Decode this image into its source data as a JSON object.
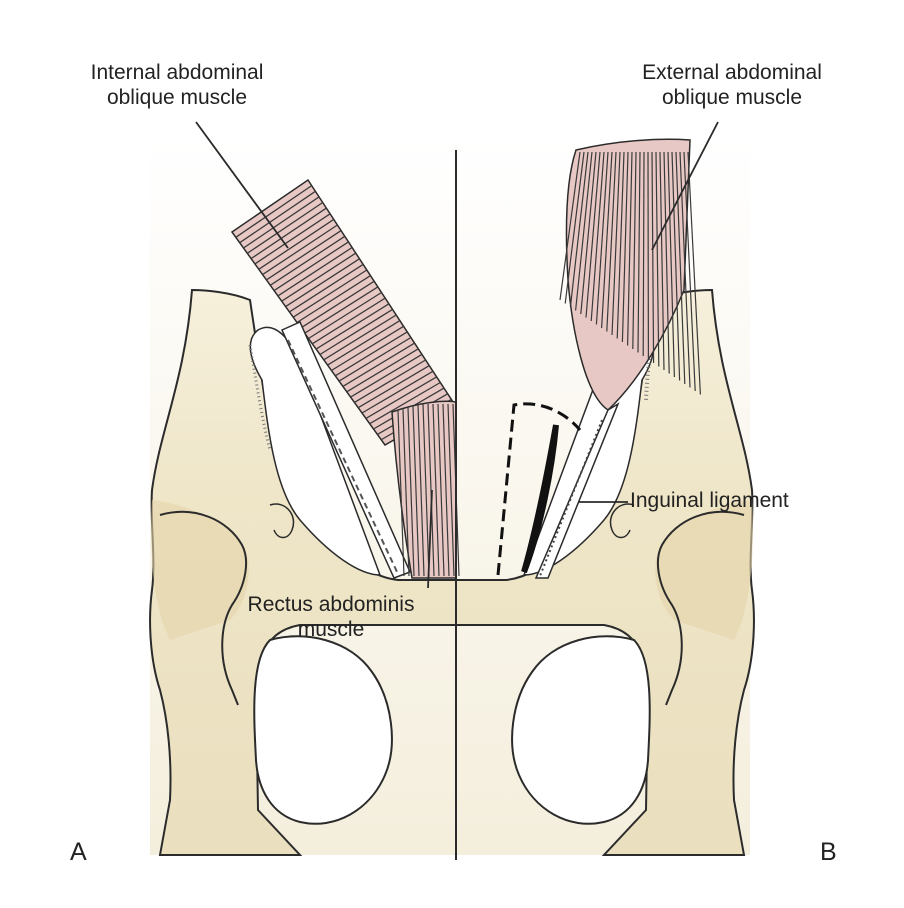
{
  "labels": {
    "internal_oblique": {
      "line1": "Internal abdominal",
      "line2": "oblique muscle"
    },
    "external_oblique": {
      "line1": "External abdominal",
      "line2": "oblique muscle"
    },
    "rectus": {
      "line1": "Rectus abdominis",
      "line2": "muscle"
    },
    "inguinal": "Inguinal ligament"
  },
  "panels": {
    "left": "A",
    "right": "B"
  },
  "colors": {
    "bone": "#efe6c9",
    "bone_shade": "#e2d3a6",
    "muscle": "#e8c8c4",
    "muscle_line": "#3a3a3a",
    "outline": "#2b2b2b"
  }
}
